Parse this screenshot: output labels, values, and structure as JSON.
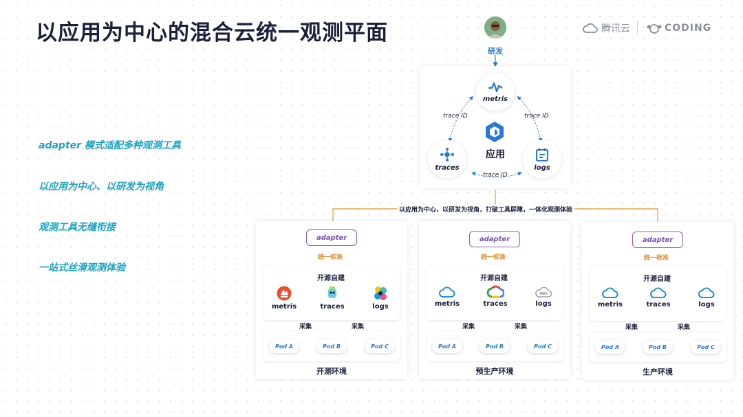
{
  "title": "以应用为中心的混合云统一观测平面",
  "brands": {
    "tencent": "腾讯云",
    "coding": "CODING"
  },
  "bullets": [
    "adapter 模式适配多种观测工具",
    "以应用为中心、以研发为视角",
    "观测工具无缝衔接",
    "一站式丝滑观测体验"
  ],
  "developer": {
    "label": "研发"
  },
  "center": {
    "app_label": "应用",
    "metris": "metris",
    "traces": "traces",
    "logs": "logs",
    "trace_id": "trace ID"
  },
  "banner": "以应用为中心，以研发为视角，打破工具屏障，一体化观测体验",
  "environments": [
    {
      "name": "开测环境",
      "adapter": "adapter",
      "standard": "统一标准",
      "inner_title": "开源自建",
      "tools": [
        {
          "label": "metris",
          "icon": "prometheus-icon"
        },
        {
          "label": "traces",
          "icon": "jaeger-icon"
        },
        {
          "label": "logs",
          "icon": "elastic-icon"
        }
      ],
      "collect": [
        "采集",
        "采集"
      ],
      "pods": [
        "Pod A",
        "Pod B",
        "Pod C"
      ]
    },
    {
      "name": "预生产环境",
      "adapter": "adapter",
      "standard": "统一标准",
      "inner_title": "开源自建",
      "tools": [
        {
          "label": "metris",
          "icon": "tencent-cloud-icon"
        },
        {
          "label": "traces",
          "icon": "google-cloud-icon"
        },
        {
          "label": "logs",
          "icon": "aws-icon"
        }
      ],
      "collect": [
        "采集",
        "采集"
      ],
      "pods": [
        "Pod A",
        "Pod B",
        "Pod C"
      ]
    },
    {
      "name": "生产环境",
      "adapter": "adapter",
      "standard": "统一标准",
      "inner_title": "开源自建",
      "tools": [
        {
          "label": "metris",
          "icon": "tencent-cloud-icon"
        },
        {
          "label": "traces",
          "icon": "tencent-cloud-icon"
        },
        {
          "label": "logs",
          "icon": "tencent-cloud-icon"
        }
      ],
      "collect": [
        "采集",
        "采集"
      ],
      "pods": [
        "Pod A",
        "Pod B",
        "Pod C"
      ]
    }
  ],
  "colors": {
    "accent": "#1aa1c3",
    "arrow": "#2a78d6",
    "orange": "#e8a84a",
    "purple": "#8a5cc7"
  }
}
